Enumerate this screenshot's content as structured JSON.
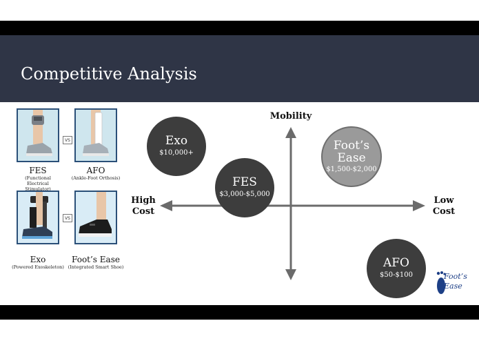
{
  "slide": {
    "title": "Competitive Analysis"
  },
  "products": [
    {
      "name": "FES",
      "subtitle": "(Functional Electrical Stimulator)"
    },
    {
      "name": "AFO",
      "subtitle": "(Ankle-Foot Orthosis)"
    },
    {
      "name": "Exo",
      "subtitle": "(Powered Exoskeleton)"
    },
    {
      "name": "Foot’s Ease",
      "subtitle": "(Integrated Smart Shoe)"
    }
  ],
  "vs_label": "VS",
  "axes": {
    "vertical": "Mobility",
    "left": "High Cost",
    "right": "Low Cost"
  },
  "bubbles": {
    "exo": {
      "name": "Exo",
      "price": "$10,000+",
      "color": "#3d3d3d"
    },
    "fes": {
      "name": "FES",
      "price": "$3,000-$5,000",
      "color": "#3d3d3d"
    },
    "footsease": {
      "name": "Foot’s Ease",
      "price": "$1,500-$2,000",
      "color": "#9a9a9a"
    },
    "afo": {
      "name": "AFO",
      "price": "$50-$100",
      "color": "#3d3d3d"
    }
  },
  "logo": {
    "text": "Foot’s Ease"
  },
  "colors": {
    "header": "#2f3546",
    "tile_border": "#2a4f78",
    "axis": "#6b6b6b",
    "logo": "#1d3f86"
  }
}
